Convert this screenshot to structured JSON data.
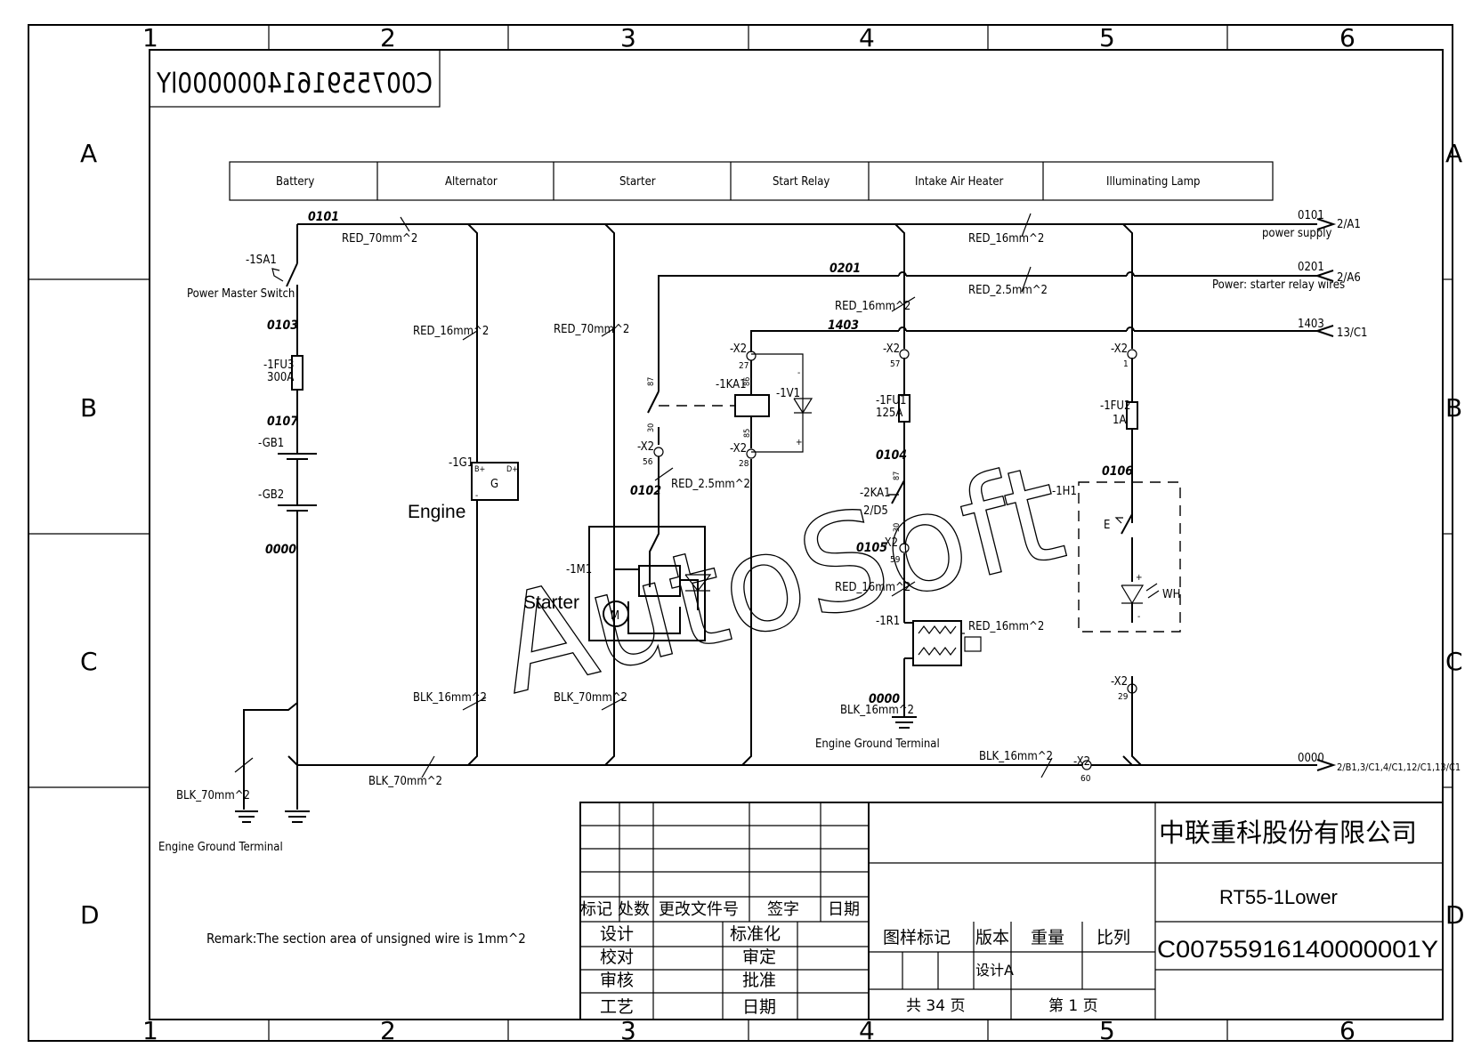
{
  "sheet": {
    "col_numbers": [
      "1",
      "2",
      "3",
      "4",
      "5",
      "6"
    ],
    "row_letters": [
      "A",
      "B",
      "C",
      "D"
    ],
    "mirrored_code": "C0075591614000000lY"
  },
  "header_boxes": [
    "Battery",
    "Alternator",
    "Starter",
    "Start Relay",
    "Intake Air Heater",
    "Illuminating Lamp"
  ],
  "wires": {
    "w0101": "0101",
    "w0201": "0201",
    "w1403": "1403",
    "w0103": "0103",
    "w0107": "0107",
    "w0000a": "0000",
    "w0000b": "0000",
    "w0104": "0104",
    "w0105": "0105",
    "w0102": "0102",
    "w0106": "0106",
    "red70a": "RED_70mm^2",
    "red70b": "RED_70mm^2",
    "red16a": "RED_16mm^2",
    "red16b": "RED_16mm^2",
    "red16c": "RED_16mm^2",
    "red16d": "RED_16mm^2",
    "red16e": "RED_16mm^2",
    "red25a": "RED_2.5mm^2",
    "red25b": "RED_2.5mm^2",
    "blk16a": "BLK_16mm^2",
    "blk16b": "BLK_16mm^2",
    "blk16c": "BLK_16mm^2",
    "blk70a": "BLK_70mm^2",
    "blk70b": "BLK_70mm^2",
    "blk70c": "BLK_70mm^2"
  },
  "refs": {
    "r0101": "0101",
    "r0101_desc": "power supply",
    "r0101_dest": "2/A1",
    "r0201": "0201",
    "r0201_desc": "Power: starter relay wires",
    "r0201_dest": "2/A6",
    "r1403": "1403",
    "r1403_dest": "13/C1",
    "r0000": "0000",
    "r0000_dest": "2/B1,3/C1,4/C1,12/C1,13/C1"
  },
  "components": {
    "sa1": "-1SA1",
    "sa1_name": "Power Master Switch",
    "fu3": "-1FU3",
    "fu3_val": "300A",
    "gb1": "-GB1",
    "gb2": "-GB2",
    "g1": "-1G1",
    "g_letter": "G",
    "g_bp": "B+",
    "g_dp": "D+",
    "g_neg": "-",
    "engine": "Engine",
    "starter": "Starter",
    "m1": "-1M1",
    "motor": "M",
    "ka1": "-1KA1",
    "v1": "-1V1",
    "ka2": "-2KA1",
    "ka2_ref": "2/D5",
    "fu1": "-1FU1",
    "fu1_val": "125A",
    "fu2": "-1FU2",
    "fu2_val": "1A",
    "r1": "-1R1",
    "h1": "-1H1",
    "ev": "E",
    "wh": "WH",
    "x2": "-X2",
    "x2_56": "56",
    "x2_27": "27",
    "x2_28": "28",
    "x2_57": "57",
    "x2_59": "59",
    "x2_1": "1",
    "x2_29": "29",
    "x2_60": "60",
    "pin87": "87",
    "pin30": "30",
    "pin86": "86",
    "pin85": "85",
    "pin87b": "87",
    "pin30b": "30",
    "plus": "+",
    "minus": "-",
    "gnd_term": "Engine Ground Terminal",
    "gnd_term2": "Engine Ground Terminal"
  },
  "remark": "Remark:The section area of unsigned wire is 1mm^2",
  "watermark": "AutoSoft",
  "title_block": {
    "company": "中联重科股份有限公司",
    "model": "RT55-1Lower",
    "code": "C00755916140000001Y",
    "rev_headers": [
      "标记",
      "处数",
      "更改文件号",
      "签字",
      "日期"
    ],
    "sign_left": [
      "设计",
      "校对",
      "审核",
      "工艺"
    ],
    "sign_mid": [
      "标准化",
      "审定",
      "批准",
      "日期"
    ],
    "mark_label": "图样标记",
    "version": "版本",
    "weight": "重量",
    "scale": "比列",
    "design_a": "设计A",
    "total_pages": "共 34 页",
    "page_no": "第 1 页"
  },
  "colors": {
    "line": "#000000",
    "background": "#ffffff"
  }
}
